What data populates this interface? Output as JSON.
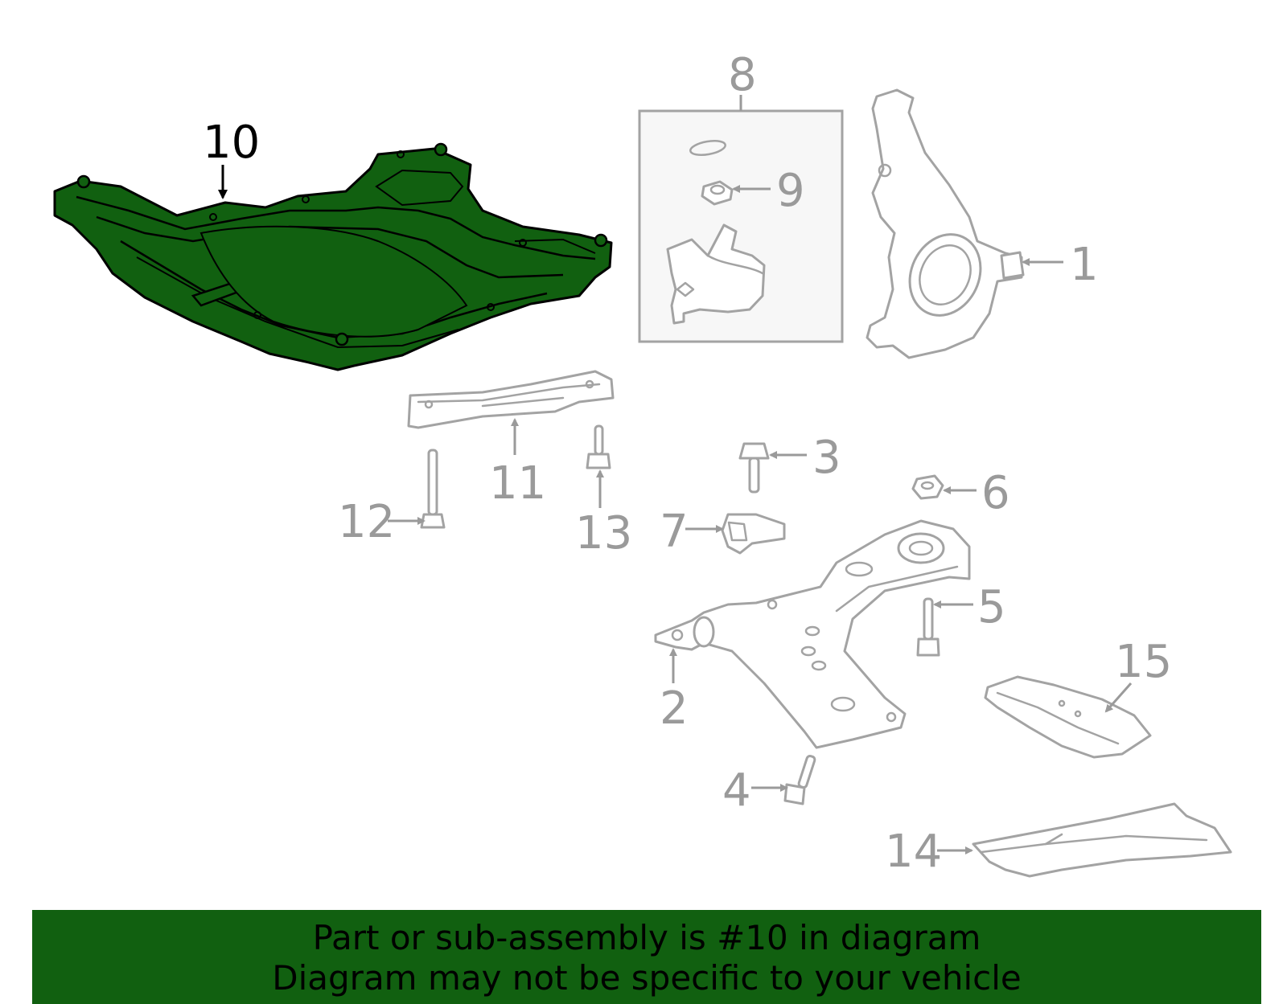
{
  "diagram": {
    "highlight_color": "#116010",
    "callouts": [
      {
        "id": "1",
        "label": "1"
      },
      {
        "id": "2",
        "label": "2"
      },
      {
        "id": "3",
        "label": "3"
      },
      {
        "id": "4",
        "label": "4"
      },
      {
        "id": "5",
        "label": "5"
      },
      {
        "id": "6",
        "label": "6"
      },
      {
        "id": "7",
        "label": "7"
      },
      {
        "id": "8",
        "label": "8"
      },
      {
        "id": "9",
        "label": "9"
      },
      {
        "id": "10",
        "label": "10",
        "highlighted": true
      },
      {
        "id": "11",
        "label": "11"
      },
      {
        "id": "12",
        "label": "12"
      },
      {
        "id": "13",
        "label": "13"
      },
      {
        "id": "14",
        "label": "14"
      },
      {
        "id": "15",
        "label": "15"
      }
    ]
  },
  "banner": {
    "line1": "Part or sub-assembly is #10 in diagram",
    "line2": "Diagram may not be specific to your vehicle",
    "background": "#116010"
  }
}
